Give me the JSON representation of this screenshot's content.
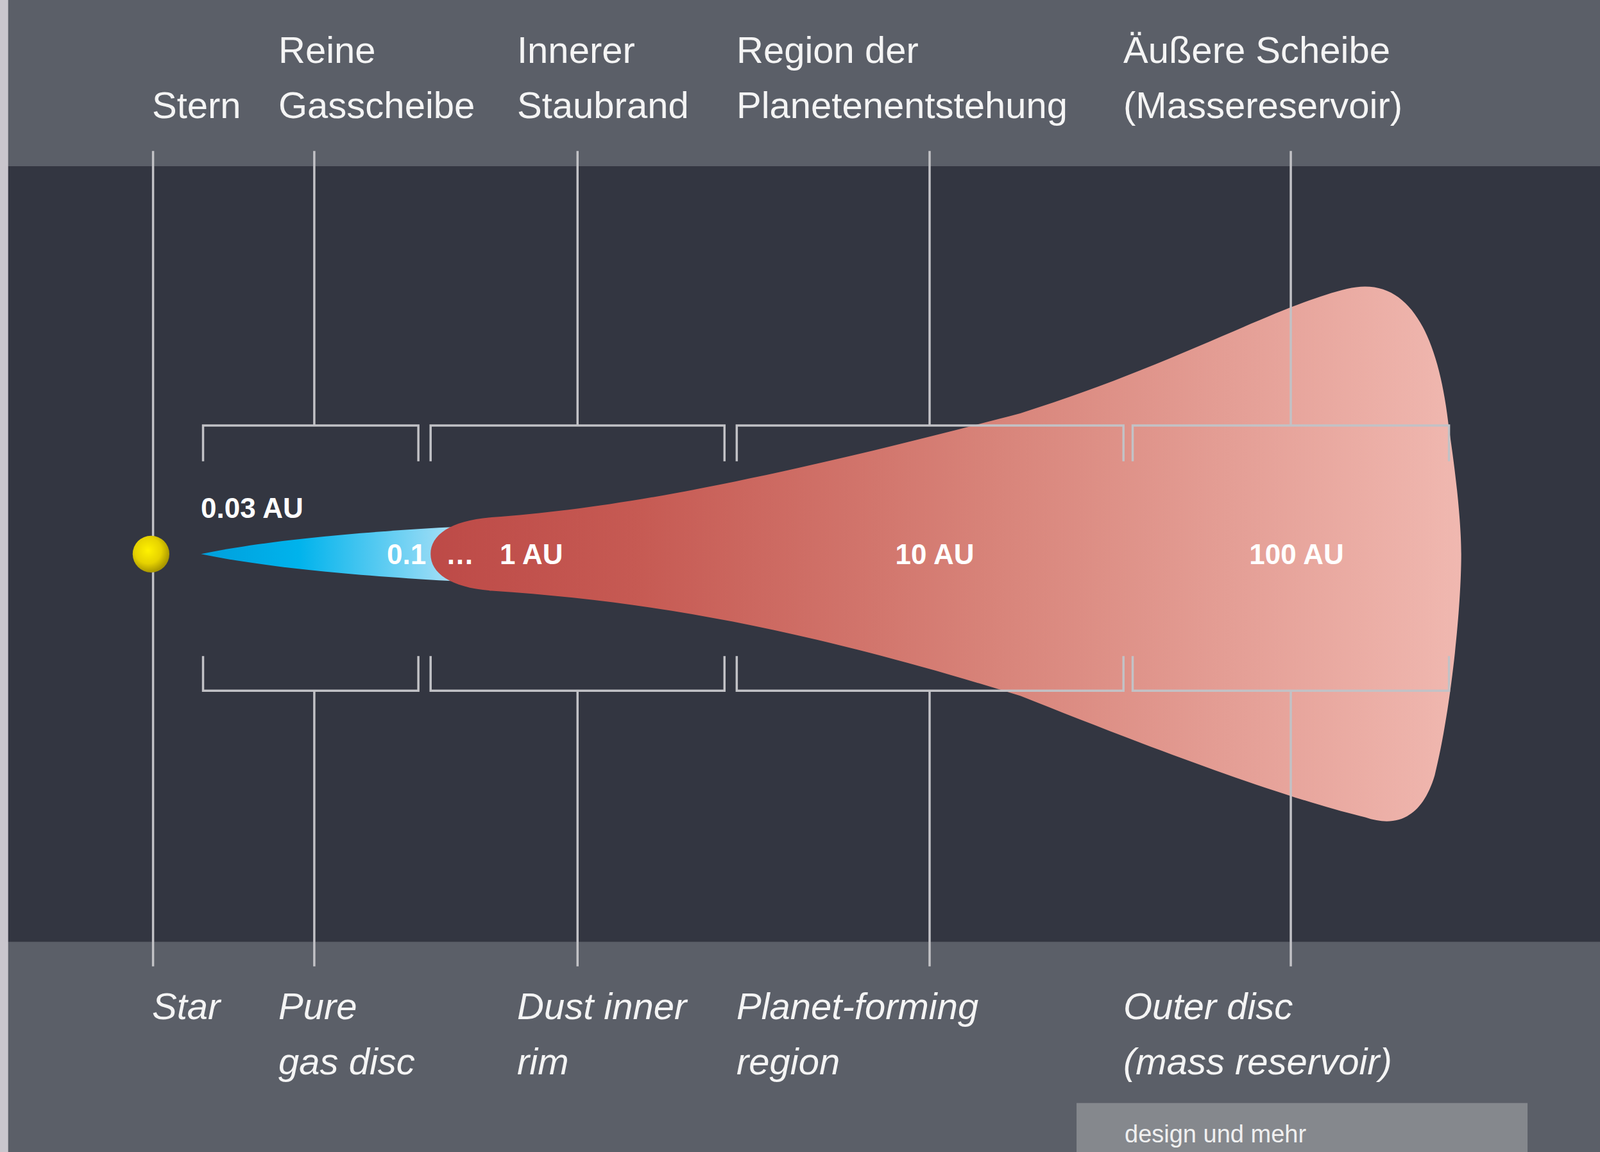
{
  "diagram": {
    "labels": [
      "Stern",
      "Reine Gasscheibe",
      "Innerer Staubrand",
      "Region der Planetenentstehung",
      "Äußere Scheibe (Massereservoir)",
      "0.03 AU",
      "0.1",
      "…",
      "1 AU",
      "10 AU",
      "100 AU",
      "Star",
      "Pure gas disc",
      "Dust inner rim",
      "Planet-forming region",
      "Outer disc (mass reservoir)",
      "design und mehr"
    ]
  }
}
